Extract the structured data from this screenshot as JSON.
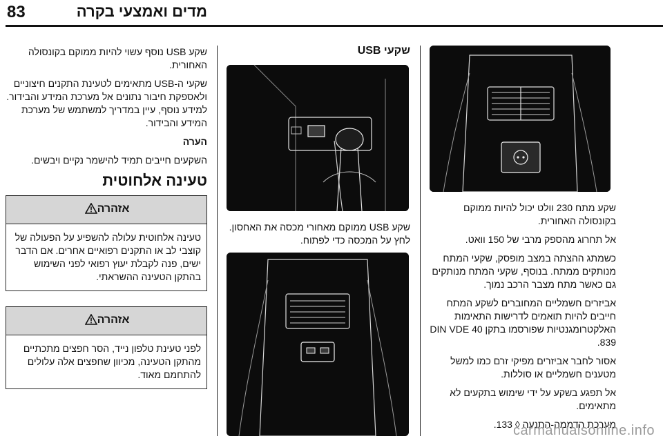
{
  "header": {
    "page_number": "83",
    "section": "מדים ואמצעי בקרה"
  },
  "right_column": {
    "paragraphs": [
      "שקע מתח 230 וולט יכול להיות ממוקם בקונסולה האחורית.",
      "אל תחרוג מהספק מרבי של 150 וואט.",
      "כשמתג ההצתה במצב מופסק, שקעי המתח מנותקים ממתח. בנוסף, שקעי המתח מנותקים גם כאשר מתח מצבר הרכב נמוך.",
      "אביזרים חשמליים המחוברים לשקע המתח חייבים להיות תואמים לדרישות התאימות האלקטרומגנטיות שפורסמו בתקן DIN VDE 40 839.",
      "אסור לחבר אביזרים מפיקי זרם כמו למשל מטענים חשמליים או סוללות.",
      "אל תפגע בשקע על ידי שימוש בתקעים לא מתאימים.",
      "מערכת הדממה-התנעה ◊ 133."
    ]
  },
  "middle_column": {
    "heading": "שקעי USB",
    "caption": "שקע USB ממוקם מאחורי מכסה את האחסון. לחץ על המכסה כדי לפתוח."
  },
  "left_column": {
    "paragraphs": [
      "שקע USB נוסף עשוי להיות ממוקם בקונסולה האחורית.",
      "שקעי ה-USB מתאימים לטעינת התקנים חיצוניים ולאספקת חיבור נתונים אל מערכת המידע והבידור. למידע נוסף, עיין במדריך למשתמש של מערכת המידע והבידור."
    ],
    "note_title": "הערה",
    "note_text": "השקעים חייבים תמיד להישמר נקיים ויבשים.",
    "wireless_heading": "טעינה אלחוטית",
    "warnings": [
      {
        "title": "אזהרה",
        "text": "טעינה אלחוטית עלולה להשפיע על הפעולה של קוצבי לב או התקנים רפואיים אחרים. אם הדבר ישים, פנה לקבלת יעוץ רפואי לפני השימוש בהתקן הטעינה ההשראתי."
      },
      {
        "title": "אזהרה",
        "text": "לפני טעינת טלפון נייד, הסר חפצים מתכתיים מהתקן הטעינה, מכיוון שחפצים אלה עלולים להתחמם מאוד."
      }
    ]
  },
  "watermark": "carmanualsonline.info"
}
